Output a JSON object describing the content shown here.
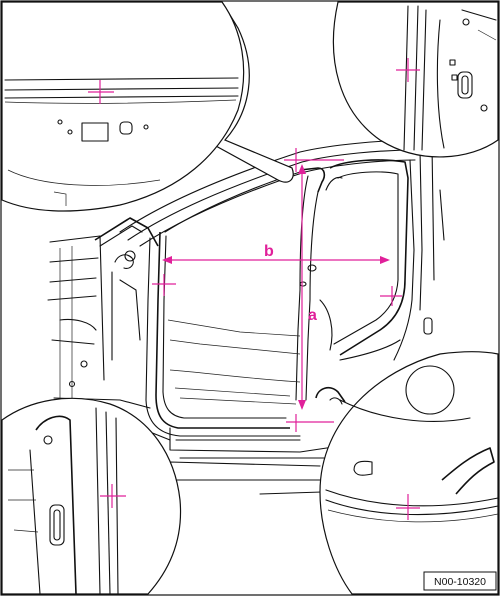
{
  "dimension_a_label": "a",
  "dimension_b_label": "b",
  "figure_code": "N00-10320",
  "colors": {
    "measurement": "#e0209a",
    "line": "#111111",
    "background": "#ffffff"
  }
}
